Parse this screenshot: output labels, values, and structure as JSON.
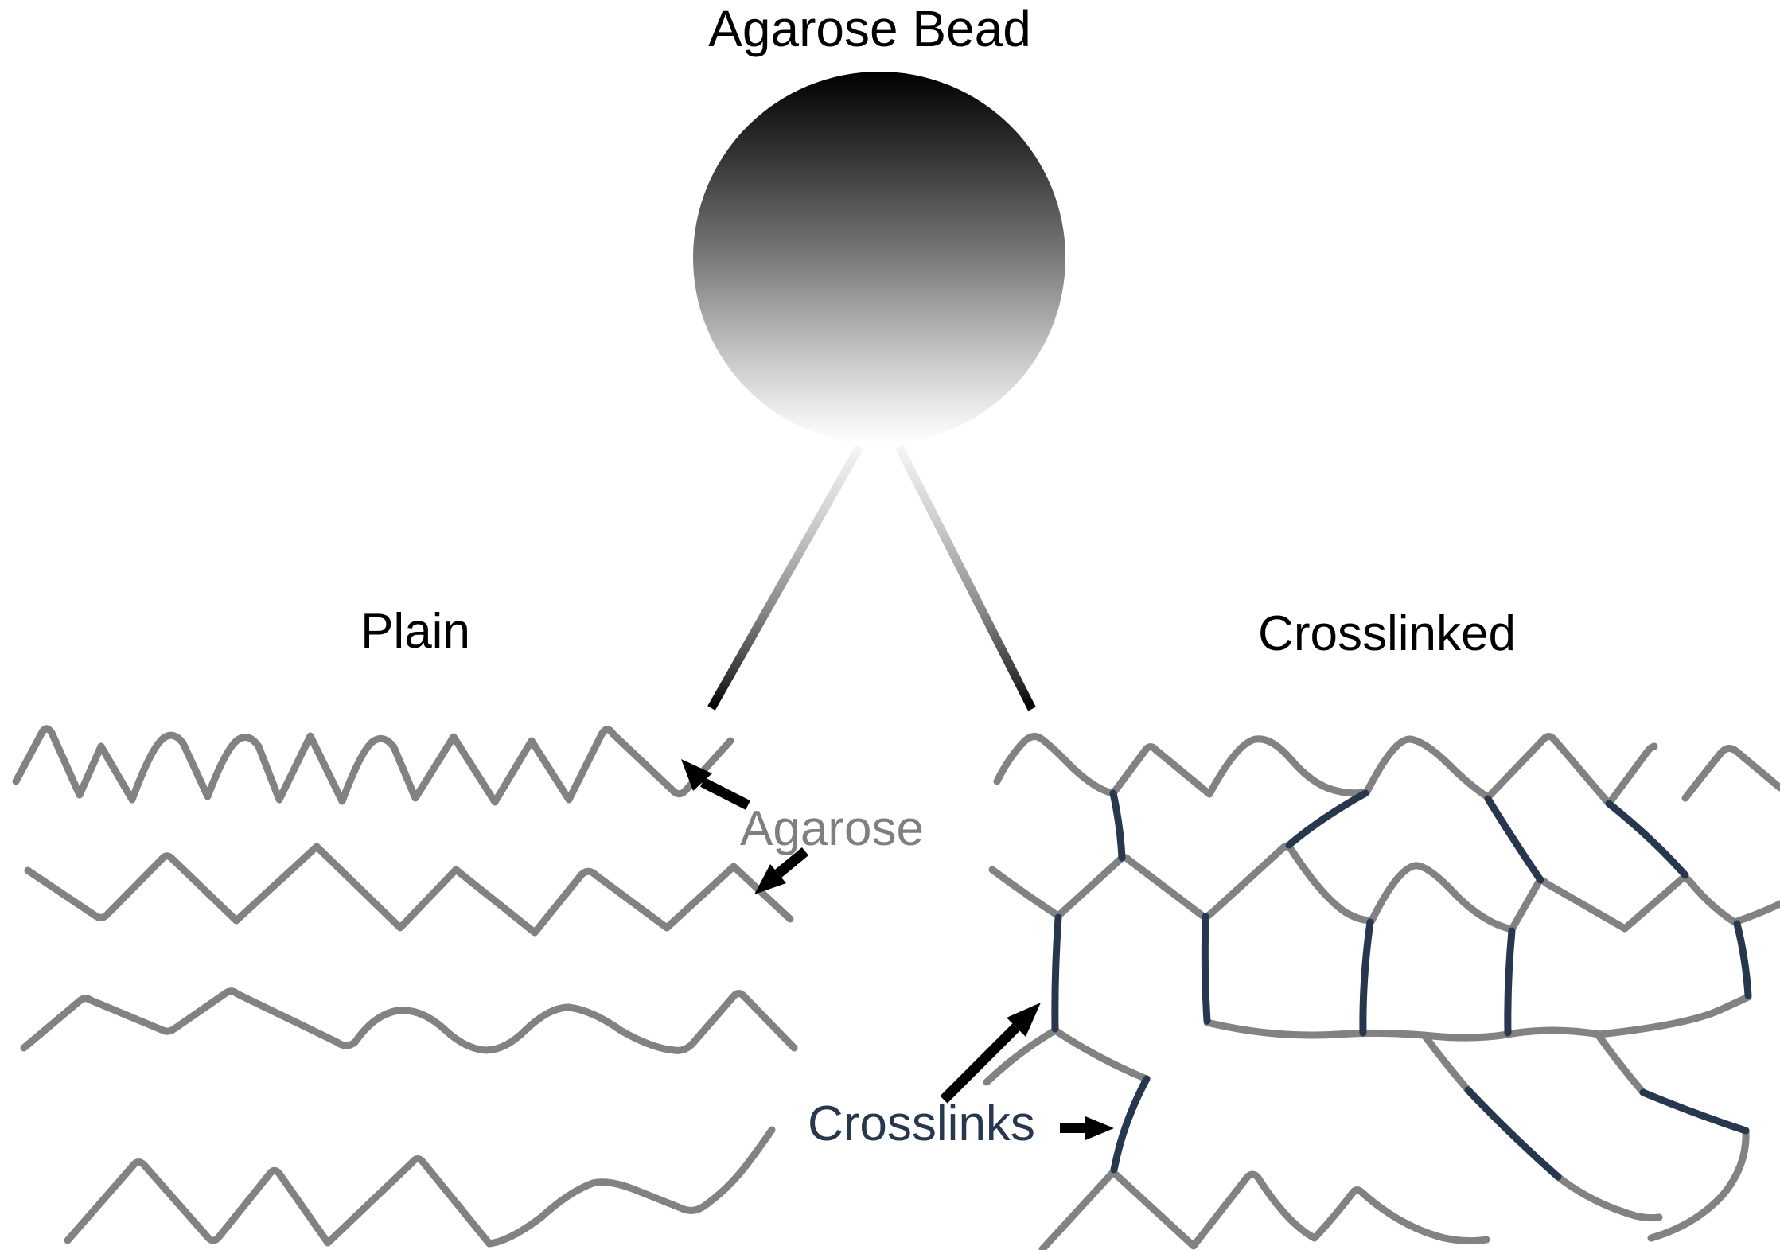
{
  "title": "Agarose Bead",
  "left_panel": {
    "label": "Plain"
  },
  "right_panel": {
    "label": "Crosslinked"
  },
  "annotations": {
    "agarose": "Agarose",
    "crosslinks": "Crosslinks"
  },
  "bead": {
    "gradient_top": "#000000",
    "gradient_bottom": "#FFFFFF"
  },
  "colors": {
    "chain_gray": "#828282",
    "crosslink_navy": "#27374E",
    "agarose_label_gray": "#7F7F7F",
    "label_black": "#000000",
    "arrow_black": "#000000"
  }
}
